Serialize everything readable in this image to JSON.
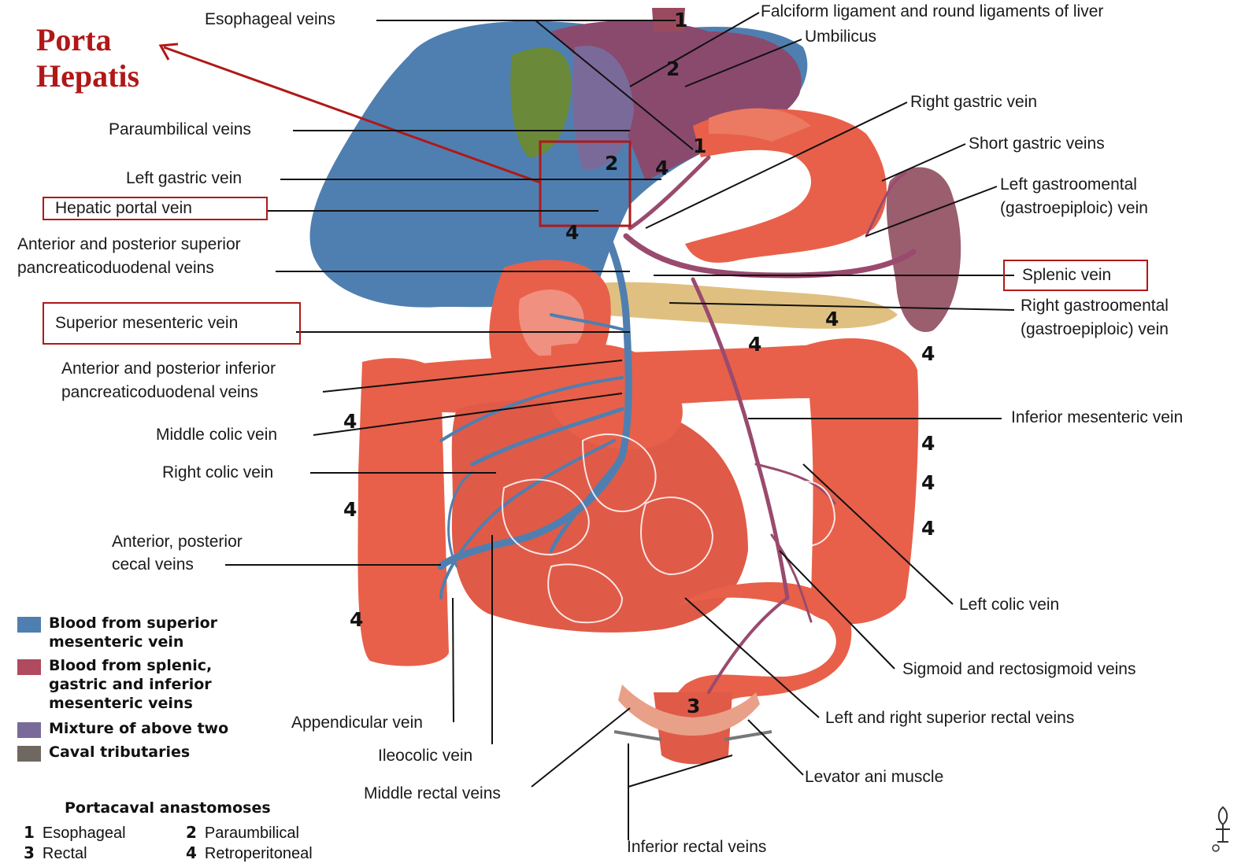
{
  "callout": {
    "line1": "Porta",
    "line2": "Hepatis"
  },
  "labels_left": {
    "esophageal_veins": "Esophageal veins",
    "paraumbilical_veins": "Paraumbilical veins",
    "left_gastric_vein": "Left gastric vein",
    "hepatic_portal_vein": "Hepatic portal vein",
    "ant_post_sup_pd_1": "Anterior and posterior superior",
    "ant_post_sup_pd_2": "pancreaticoduodenal veins",
    "superior_mesenteric_vein": "Superior mesenteric vein",
    "ant_post_inf_pd_1": "Anterior and posterior inferior",
    "ant_post_inf_pd_2": "pancreaticoduodenal veins",
    "middle_colic_vein": "Middle colic vein",
    "right_colic_vein": "Right colic vein",
    "cecal_1": "Anterior, posterior",
    "cecal_2": "cecal veins",
    "appendicular_vein": "Appendicular vein",
    "ileocolic_vein": "Ileocolic vein",
    "middle_rectal_veins": "Middle rectal veins",
    "inferior_rectal_veins": "Inferior rectal veins"
  },
  "labels_right": {
    "falciform": "Falciform ligament and round ligaments of liver",
    "umbilicus": "Umbilicus",
    "right_gastric_vein": "Right gastric vein",
    "short_gastric_veins": "Short gastric veins",
    "left_gastroomental_1": "Left gastroomental",
    "left_gastroomental_2": "(gastroepiploic) vein",
    "splenic_vein": "Splenic vein",
    "right_gastroomental_1": "Right gastroomental",
    "right_gastroomental_2": "(gastroepiploic) vein",
    "inferior_mesenteric_vein": "Inferior mesenteric vein",
    "left_colic_vein": "Left colic vein",
    "sigmoid": "Sigmoid and rectosigmoid veins",
    "superior_rectal": "Left and right superior rectal veins",
    "levator_ani": "Levator ani muscle"
  },
  "numbers": [
    "1",
    "2",
    "1",
    "2",
    "4",
    "4",
    "4",
    "4",
    "4",
    "4",
    "4",
    "4",
    "4",
    "4",
    "4",
    "3"
  ],
  "legend": {
    "items": [
      {
        "text_1": "Blood from superior",
        "text_2": "mesenteric vein",
        "color": "#4f7fb0"
      },
      {
        "text_1": "Blood from splenic,",
        "text_2": "gastric and inferior",
        "text_3": "mesenteric veins",
        "color": "#b04a5e"
      },
      {
        "text_1": "Mixture of above two",
        "color": "#7a6a9a"
      },
      {
        "text_1": "Caval tributaries",
        "color": "#6e6860"
      }
    ]
  },
  "anastomoses": {
    "title": "Portacaval anastomoses",
    "items": [
      {
        "num": "1",
        "name": "Esophageal"
      },
      {
        "num": "2",
        "name": "Paraumbilical"
      },
      {
        "num": "3",
        "name": "Rectal"
      },
      {
        "num": "4",
        "name": "Retroperitoneal"
      }
    ]
  },
  "colors": {
    "highlight": "#b01818",
    "liver_blue": "#4f7fb0",
    "liver_purple": "#8a4a6e",
    "intestine": "#e8604a",
    "spleen": "#9a5e6e",
    "gallbladder": "#6a8a3a",
    "pancreas": "#e0c080"
  }
}
